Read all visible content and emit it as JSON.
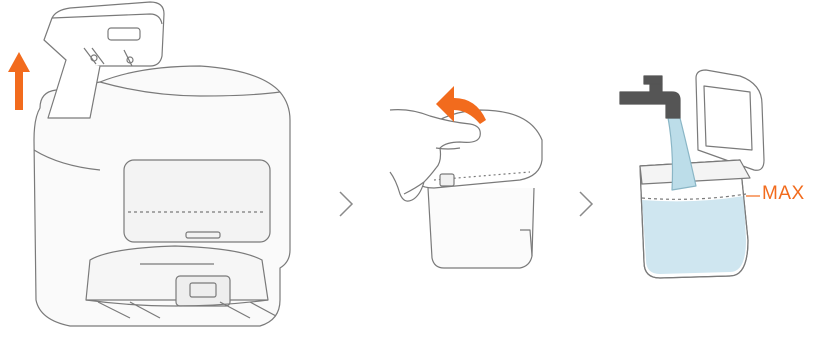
{
  "steps": [
    {
      "name": "remove-tank",
      "arrow": "up"
    },
    {
      "name": "open-lid",
      "arrow": "curved"
    },
    {
      "name": "fill-water"
    }
  ],
  "separators": [
    "chevron-right-icon",
    "chevron-right-icon"
  ],
  "max_label": "MAX",
  "colors": {
    "accent": "#f26b1d",
    "line": "#7a7a7a",
    "water": "#cfe6f0",
    "faucet": "#555555"
  }
}
